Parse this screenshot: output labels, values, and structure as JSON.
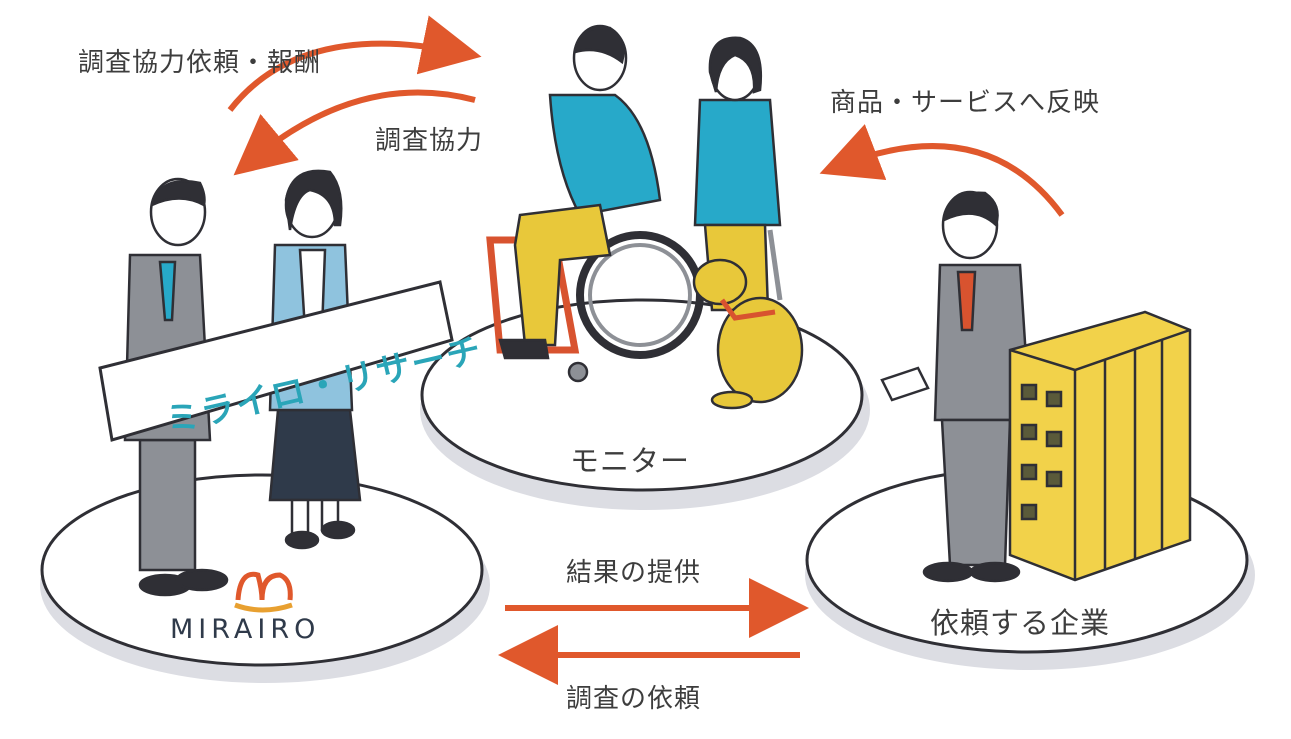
{
  "flows": {
    "request_reward": "調査協力依頼・報酬",
    "cooperation": "調査協力",
    "reflect": "商品・サービスへ反映",
    "provide_results": "結果の提供",
    "survey_request": "調査の依頼"
  },
  "nodes": {
    "monitor": "モニター",
    "client": "依頼する企業",
    "mirairo_logo_text": "MIRAIRO"
  },
  "banner": {
    "text": "ミライロ・リサーチ"
  },
  "colors": {
    "arrow": "#e0582c",
    "platform_fill": "#ffffff",
    "platform_shadow": "#dcdde3",
    "outline": "#2f2f35",
    "shirt_blue": "#27a9c9",
    "pants_yellow": "#e8c83a",
    "suit_gray": "#8d9096",
    "wheelchair": "#d8532f",
    "building": "#f2d24a"
  }
}
